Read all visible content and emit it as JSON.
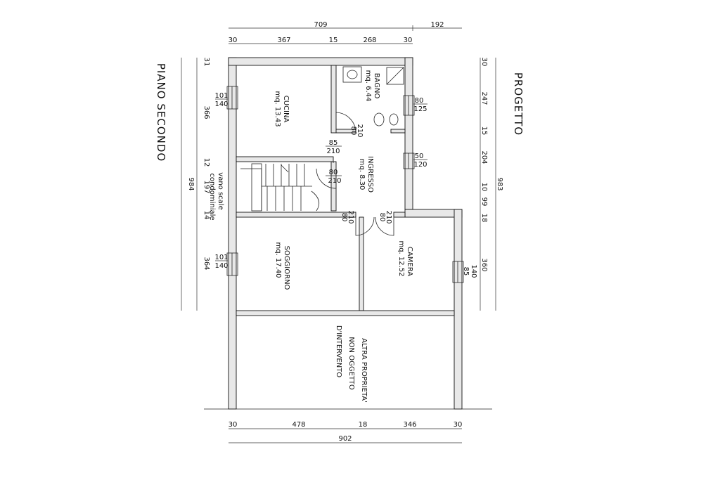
{
  "titles": {
    "left": "PIANO SECONDO",
    "right": "PROGETTO"
  },
  "rooms": {
    "cucina": {
      "name": "CUCINA",
      "area": "mq. 13.43"
    },
    "bagno": {
      "name": "BAGNO",
      "area": "mq. 6.44"
    },
    "ingresso": {
      "name": "INGRESSO",
      "area": "mq. 8.30"
    },
    "soggiorno": {
      "name": "SOGGIORNO",
      "area": "mq. 17.40"
    },
    "camera": {
      "name": "CAMERA",
      "area": "mq. 12.52"
    },
    "stairs_line1": "vano scale",
    "stairs_line2": "condominiale",
    "other_line1": "ALTRA PROPRIETA'",
    "other_line2": "NON OGGETTO",
    "other_line3": "D'INTERVENTO"
  },
  "dims": {
    "top_total": "709",
    "top_extra": "192",
    "top_1": "30",
    "top_2": "367",
    "top_3": "15",
    "top_4": "268",
    "top_5": "30",
    "bottom_1": "30",
    "bottom_2": "478",
    "bottom_3": "18",
    "bottom_4": "346",
    "bottom_5": "30",
    "bottom_total": "902",
    "left_total": "984",
    "left_1": "31",
    "left_2": "366",
    "left_3": "12",
    "left_4": "197",
    "left_5": "14",
    "left_6": "364",
    "right_total": "983",
    "right_1": "30",
    "right_2": "247",
    "right_3": "15",
    "right_4": "204",
    "right_5": "10",
    "right_6": "99",
    "right_7": "18",
    "right_8": "360"
  },
  "openings": {
    "win_cucina_w": "101",
    "win_cucina_h": "140",
    "win_soggiorno_w": "101",
    "win_soggiorno_h": "140",
    "win_bagno_w": "80",
    "win_bagno_h": "125",
    "win_ingresso_w": "50",
    "win_ingresso_h": "120",
    "win_camera_w": "85",
    "win_camera_h": "140",
    "door_bagno_w": "80",
    "door_bagno_h": "210",
    "door_cucina_w": "85",
    "door_cucina_h": "210",
    "door_scale_w": "80",
    "door_scale_h": "210",
    "door_sogg_w": "80",
    "door_sogg_h": "210",
    "door_camera_w": "80",
    "door_camera_h": "210"
  }
}
